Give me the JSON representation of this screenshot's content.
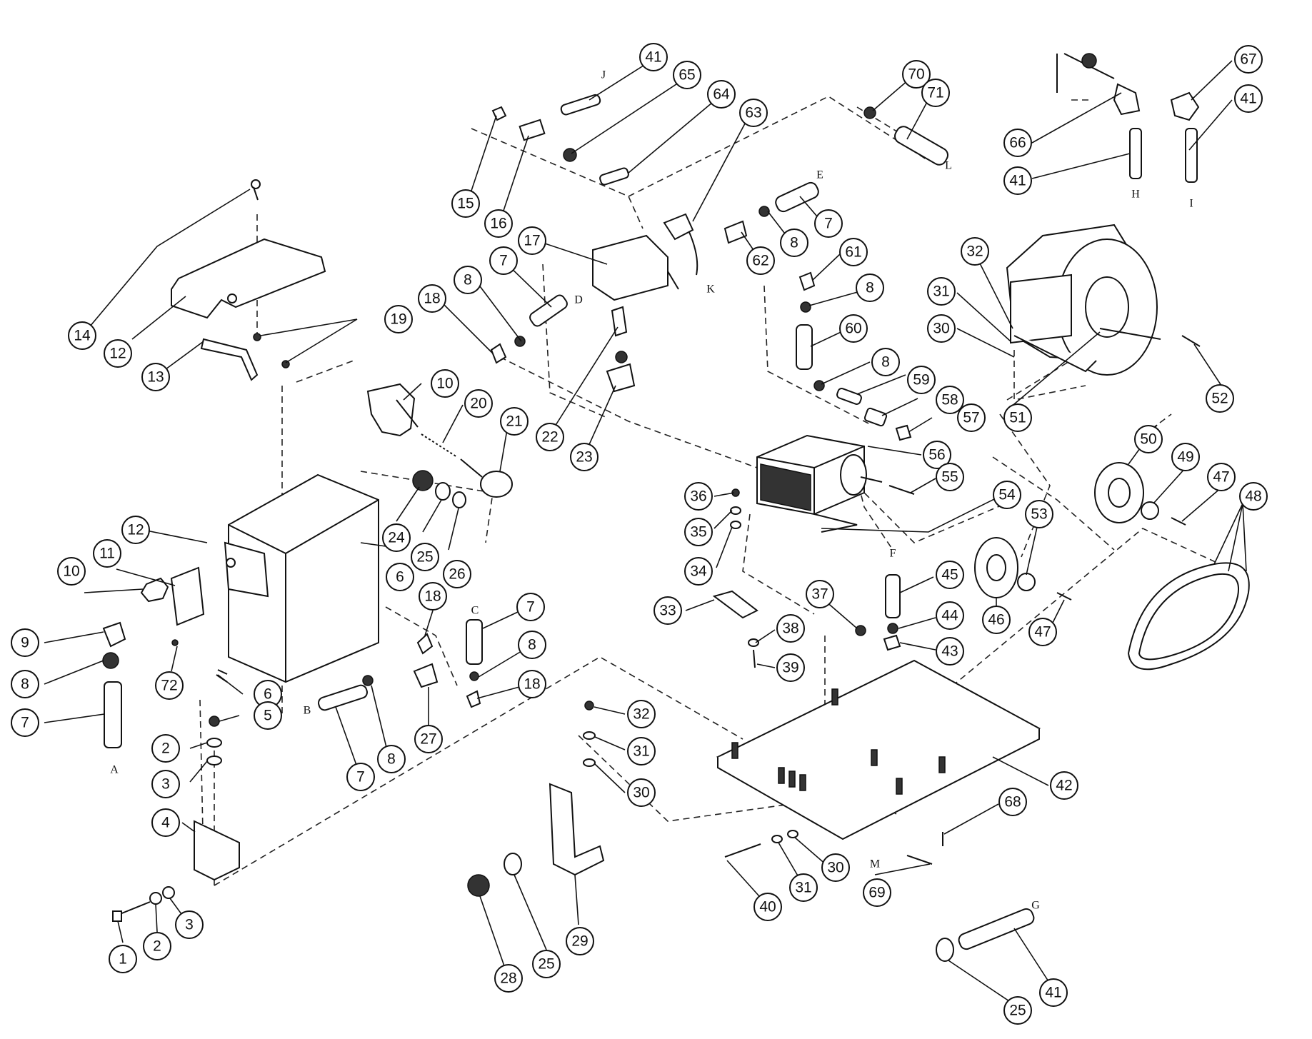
{
  "callouts": [
    {
      "id": "c-14",
      "label": "14"
    },
    {
      "id": "c-12a",
      "label": "12"
    },
    {
      "id": "c-13",
      "label": "13"
    },
    {
      "id": "c-19",
      "label": "19"
    },
    {
      "id": "c-10a",
      "label": "10"
    },
    {
      "id": "c-20",
      "label": "20"
    },
    {
      "id": "c-21",
      "label": "21"
    },
    {
      "id": "c-24",
      "label": "24"
    },
    {
      "id": "c-25a",
      "label": "25"
    },
    {
      "id": "c-26",
      "label": "26"
    },
    {
      "id": "c-12b",
      "label": "12"
    },
    {
      "id": "c-11",
      "label": "11"
    },
    {
      "id": "c-10b",
      "label": "10"
    },
    {
      "id": "c-9",
      "label": "9"
    },
    {
      "id": "c-8a",
      "label": "8"
    },
    {
      "id": "c-7a",
      "label": "7"
    },
    {
      "id": "c-72",
      "label": "72"
    },
    {
      "id": "c-6a",
      "label": "6"
    },
    {
      "id": "c-6b",
      "label": "6"
    },
    {
      "id": "c-5",
      "label": "5"
    },
    {
      "id": "c-2a",
      "label": "2"
    },
    {
      "id": "c-3a",
      "label": "3"
    },
    {
      "id": "c-4",
      "label": "4"
    },
    {
      "id": "c-1",
      "label": "1"
    },
    {
      "id": "c-2b",
      "label": "2"
    },
    {
      "id": "c-3b",
      "label": "3"
    },
    {
      "id": "c-18a",
      "label": "18"
    },
    {
      "id": "c-7b",
      "label": "7"
    },
    {
      "id": "c-8b",
      "label": "8"
    },
    {
      "id": "c-27",
      "label": "27"
    },
    {
      "id": "c-7c",
      "label": "7"
    },
    {
      "id": "c-8c",
      "label": "8"
    },
    {
      "id": "c-18b",
      "label": "18"
    },
    {
      "id": "c-41a",
      "label": "41"
    },
    {
      "id": "c-65",
      "label": "65"
    },
    {
      "id": "c-64",
      "label": "64"
    },
    {
      "id": "c-63",
      "label": "63"
    },
    {
      "id": "c-15",
      "label": "15"
    },
    {
      "id": "c-16",
      "label": "16"
    },
    {
      "id": "c-17",
      "label": "17"
    },
    {
      "id": "c-7d",
      "label": "7"
    },
    {
      "id": "c-8d",
      "label": "8"
    },
    {
      "id": "c-18c",
      "label": "18"
    },
    {
      "id": "c-22",
      "label": "22"
    },
    {
      "id": "c-23",
      "label": "23"
    },
    {
      "id": "c-70",
      "label": "70"
    },
    {
      "id": "c-71",
      "label": "71"
    },
    {
      "id": "c-7e",
      "label": "7"
    },
    {
      "id": "c-8e",
      "label": "8"
    },
    {
      "id": "c-62",
      "label": "62"
    },
    {
      "id": "c-67",
      "label": "67"
    },
    {
      "id": "c-41b",
      "label": "41"
    },
    {
      "id": "c-66",
      "label": "66"
    },
    {
      "id": "c-41c",
      "label": "41"
    },
    {
      "id": "c-61",
      "label": "61"
    },
    {
      "id": "c-32a",
      "label": "32"
    },
    {
      "id": "c-31a",
      "label": "31"
    },
    {
      "id": "c-30a",
      "label": "30"
    },
    {
      "id": "c-8f",
      "label": "8"
    },
    {
      "id": "c-60",
      "label": "60"
    },
    {
      "id": "c-8g",
      "label": "8"
    },
    {
      "id": "c-59",
      "label": "59"
    },
    {
      "id": "c-58",
      "label": "58"
    },
    {
      "id": "c-57",
      "label": "57"
    },
    {
      "id": "c-56",
      "label": "56"
    },
    {
      "id": "c-55",
      "label": "55"
    },
    {
      "id": "c-51",
      "label": "51"
    },
    {
      "id": "c-52",
      "label": "52"
    },
    {
      "id": "c-50",
      "label": "50"
    },
    {
      "id": "c-49",
      "label": "49"
    },
    {
      "id": "c-47a",
      "label": "47"
    },
    {
      "id": "c-48",
      "label": "48"
    },
    {
      "id": "c-54",
      "label": "54"
    },
    {
      "id": "c-53",
      "label": "53"
    },
    {
      "id": "c-36",
      "label": "36"
    },
    {
      "id": "c-35",
      "label": "35"
    },
    {
      "id": "c-34",
      "label": "34"
    },
    {
      "id": "c-46",
      "label": "46"
    },
    {
      "id": "c-47b",
      "label": "47"
    },
    {
      "id": "c-45",
      "label": "45"
    },
    {
      "id": "c-44",
      "label": "44"
    },
    {
      "id": "c-43",
      "label": "43"
    },
    {
      "id": "c-37",
      "label": "37"
    },
    {
      "id": "c-33",
      "label": "33"
    },
    {
      "id": "c-38",
      "label": "38"
    },
    {
      "id": "c-39",
      "label": "39"
    },
    {
      "id": "c-42",
      "label": "42"
    },
    {
      "id": "c-68",
      "label": "68"
    },
    {
      "id": "c-32b",
      "label": "32"
    },
    {
      "id": "c-31b",
      "label": "31"
    },
    {
      "id": "c-30b",
      "label": "30"
    },
    {
      "id": "c-29",
      "label": "29"
    },
    {
      "id": "c-25b",
      "label": "25"
    },
    {
      "id": "c-28",
      "label": "28"
    },
    {
      "id": "c-40",
      "label": "40"
    },
    {
      "id": "c-31c",
      "label": "31"
    },
    {
      "id": "c-30c",
      "label": "30"
    },
    {
      "id": "c-69",
      "label": "69"
    },
    {
      "id": "c-41d",
      "label": "41"
    },
    {
      "id": "c-25c",
      "label": "25"
    }
  ],
  "letters": [
    {
      "id": "l-A",
      "label": "A"
    },
    {
      "id": "l-B",
      "label": "B"
    },
    {
      "id": "l-C",
      "label": "C"
    },
    {
      "id": "l-D",
      "label": "D"
    },
    {
      "id": "l-E",
      "label": "E"
    },
    {
      "id": "l-F",
      "label": "F"
    },
    {
      "id": "l-G",
      "label": "G"
    },
    {
      "id": "l-H",
      "label": "H"
    },
    {
      "id": "l-I",
      "label": "I"
    },
    {
      "id": "l-J",
      "label": "J"
    },
    {
      "id": "l-K",
      "label": "K"
    },
    {
      "id": "l-L",
      "label": "L"
    },
    {
      "id": "l-M",
      "label": "M"
    }
  ]
}
